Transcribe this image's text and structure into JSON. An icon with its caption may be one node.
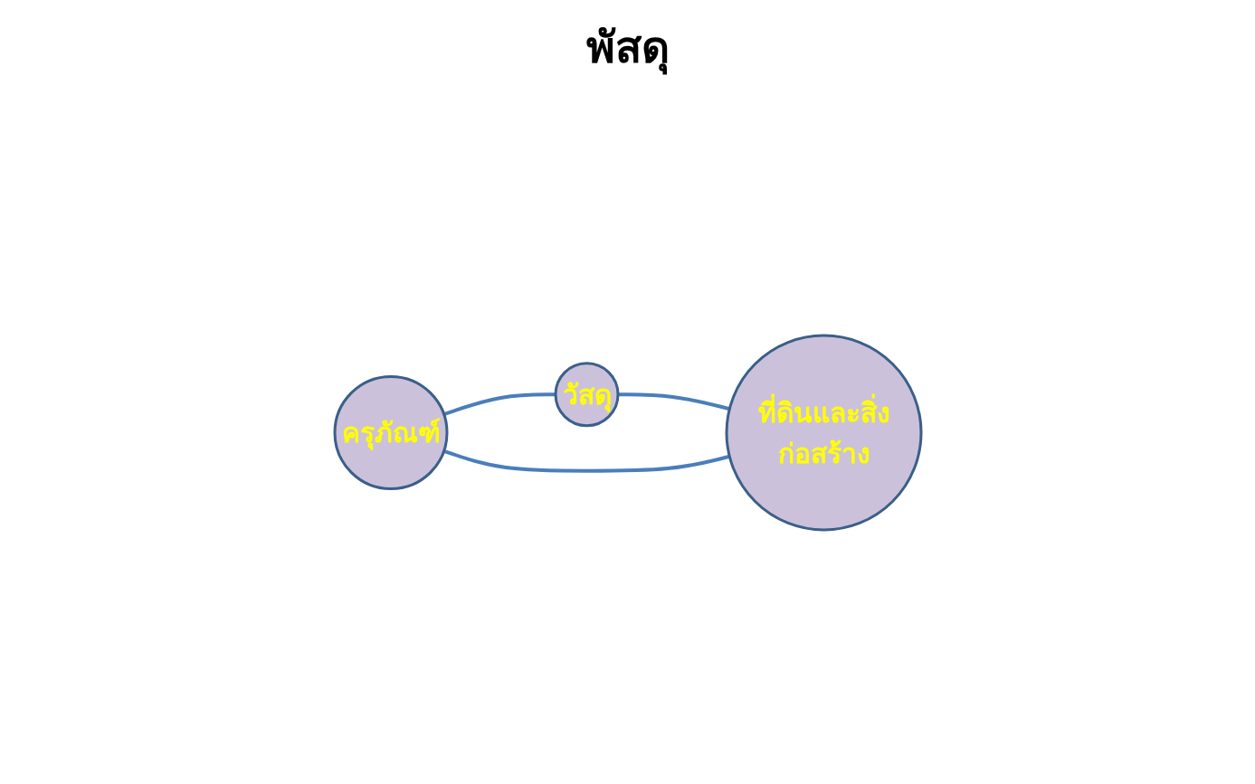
{
  "diagram": {
    "nodes": [
      {
        "text": [
          "วัสดุ"
        ]
      },
      {
        "text": [
          "ครุภัณฑ์"
        ]
      },
      {
        "text": [
          "ที่ดินและสิ่งก่อสร้าง"
        ]
      }
    ],
    "edges": [
      {
        "from": 1,
        "to": 0,
        "arrow": "none"
      },
      {
        "from": 0,
        "to": 2,
        "arrow": "none"
      },
      {
        "from": 1,
        "to": 2,
        "arrow": "none"
      }
    ],
    "labels": [
      "พัสดุ"
    ]
  }
}
